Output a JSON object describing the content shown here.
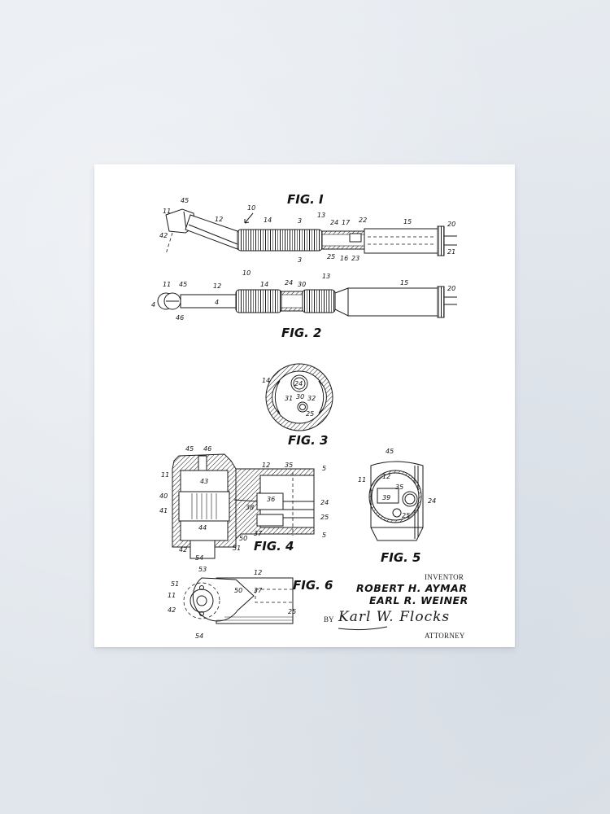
{
  "scene": {
    "type": "poster-mockup",
    "wall_color": "#e4e9ef",
    "poster_color": "#ffffff",
    "ink_color": "#1a1a1a"
  },
  "poster": {
    "subject": "Dental handpiece patent drawing",
    "figures": [
      {
        "id": "fig1",
        "label": "FIG. I",
        "description": "Side view of contra-angle dental handpiece, partially sectioned",
        "callouts": [
          "11",
          "45",
          "10",
          "12",
          "14",
          "3",
          "3",
          "13",
          "24",
          "17",
          "22",
          "15",
          "20",
          "42",
          "25",
          "16",
          "23",
          "21"
        ]
      },
      {
        "id": "fig2",
        "label": "FIG. 2",
        "description": "Top view of handpiece",
        "callouts": [
          "11",
          "45",
          "4",
          "12",
          "4",
          "10",
          "14",
          "24",
          "30",
          "13",
          "15",
          "20",
          "46"
        ]
      },
      {
        "id": "fig3",
        "label": "FIG. 3",
        "description": "Cross section through grip sleeve",
        "callouts": [
          "14",
          "24",
          "31",
          "30",
          "32",
          "25"
        ]
      },
      {
        "id": "fig4",
        "label": "FIG. 4",
        "description": "Longitudinal section of head and neck",
        "callouts": [
          "45",
          "46",
          "11",
          "12",
          "35",
          "5",
          "43",
          "40",
          "36",
          "24",
          "41",
          "38",
          "25",
          "44",
          "37",
          "5",
          "42",
          "54",
          "51",
          "50"
        ]
      },
      {
        "id": "fig5",
        "label": "FIG. 5",
        "description": "End section of head",
        "callouts": [
          "45",
          "11",
          "12",
          "35",
          "39",
          "24",
          "25"
        ]
      },
      {
        "id": "fig6",
        "label": "FIG. 6",
        "description": "Bottom view of head",
        "callouts": [
          "53",
          "12",
          "51",
          "11",
          "50",
          "37",
          "42",
          "25",
          "54"
        ]
      }
    ],
    "credits": {
      "inventor_label": "INVENTOR",
      "inventors": [
        "ROBERT H. AYMAR",
        "EARL R. WEINER"
      ],
      "by_label": "BY",
      "attorney_signature": "Karl W. Flocks",
      "attorney_label": "ATTORNEY"
    }
  }
}
